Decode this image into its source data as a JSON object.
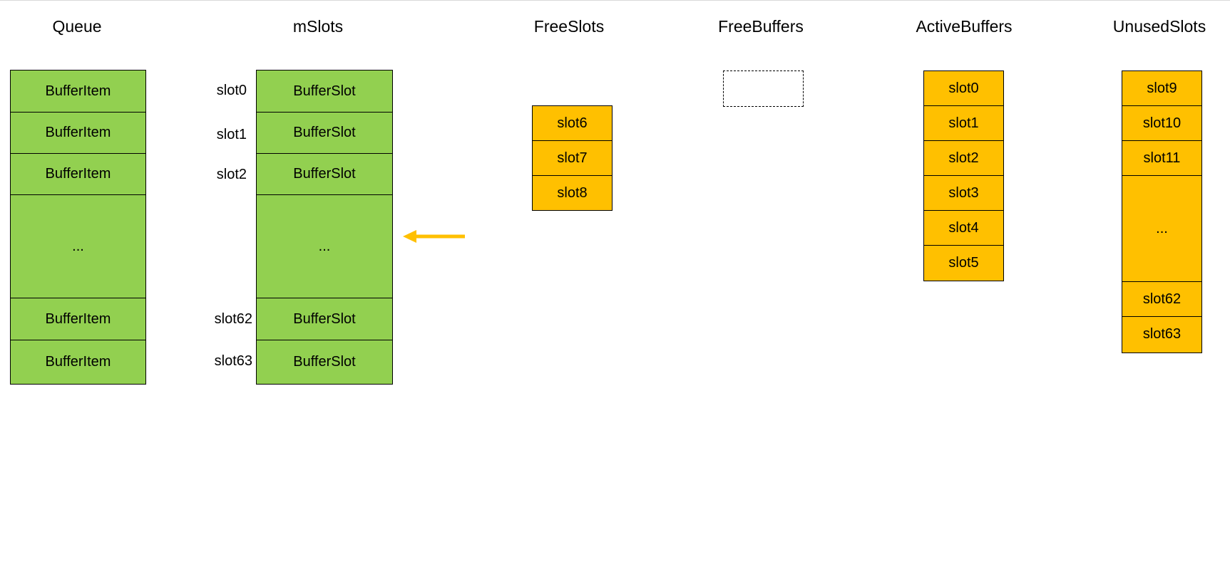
{
  "titles": {
    "queue": "Queue",
    "mslots": "mSlots",
    "free_slots": "FreeSlots",
    "free_buffers": "FreeBuffers",
    "active_buffers": "ActiveBuffers",
    "unused_slots": "UnusedSlots"
  },
  "queue": [
    "BufferItem",
    "BufferItem",
    "BufferItem",
    "...",
    "BufferItem",
    "BufferItem"
  ],
  "mslots": {
    "labels": [
      "slot0",
      "slot1",
      "slot2",
      "",
      "slot62",
      "slot63"
    ],
    "cells": [
      "BufferSlot",
      "BufferSlot",
      "BufferSlot",
      "...",
      "BufferSlot",
      "BufferSlot"
    ]
  },
  "free_slots": [
    "slot6",
    "slot7",
    "slot8"
  ],
  "active_buffers": [
    "slot0",
    "slot1",
    "slot2",
    "slot3",
    "slot4",
    "slot5"
  ],
  "unused_slots": [
    "slot9",
    "slot10",
    "slot11",
    "...",
    "slot62",
    "slot63"
  ],
  "colors": {
    "green": "#92d050",
    "yellow": "#ffc000",
    "arrow": "#ffc000"
  }
}
